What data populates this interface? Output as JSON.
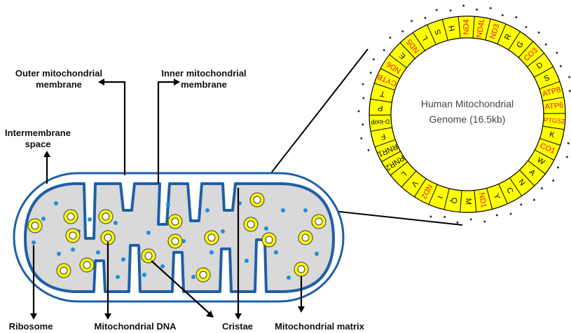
{
  "labels": {
    "outer_membrane": [
      "Outer mitochondrial",
      "membrane"
    ],
    "inner_membrane": [
      "Inner mitochondrial",
      "membrane"
    ],
    "intermembrane_space": [
      "Intermembrane",
      "space"
    ],
    "ribosome": "Ribosome",
    "mito_dna": "Mitochondrial DNA",
    "cristae": "Cristae",
    "matrix": "Mitochondrial matrix"
  },
  "genome": {
    "title_line1": "Human Mitochondrial",
    "title_line2": "Genome (16.5kb)",
    "segments": [
      {
        "label": "D-loop",
        "color": "#000000"
      },
      {
        "label": "P",
        "color": "#000000"
      },
      {
        "label": "T",
        "color": "#000000"
      },
      {
        "label": "CYTB",
        "color": "#e8141b"
      },
      {
        "label": "ND6",
        "color": "#e8141b"
      },
      {
        "label": "E",
        "color": "#000000"
      },
      {
        "label": "ND5",
        "color": "#e8141b"
      },
      {
        "label": "L",
        "color": "#000000"
      },
      {
        "label": "S",
        "color": "#000000"
      },
      {
        "label": "H",
        "color": "#000000"
      },
      {
        "label": "ND4",
        "color": "#e8141b"
      },
      {
        "label": "ND4L",
        "color": "#e8141b"
      },
      {
        "label": "ND3",
        "color": "#e8141b"
      },
      {
        "label": "R",
        "color": "#000000"
      },
      {
        "label": "G",
        "color": "#000000"
      },
      {
        "label": "CO3",
        "color": "#e8141b"
      },
      {
        "label": "D",
        "color": "#000000"
      },
      {
        "label": "S",
        "color": "#000000"
      },
      {
        "label": "ATP8",
        "color": "#e8141b"
      },
      {
        "label": "ATP6",
        "color": "#e8141b"
      },
      {
        "label": "PTGS2",
        "color": "#e8141b"
      },
      {
        "label": "K",
        "color": "#000000"
      },
      {
        "label": "CO1",
        "color": "#e8141b"
      },
      {
        "label": "W",
        "color": "#000000"
      },
      {
        "label": "A",
        "color": "#000000"
      },
      {
        "label": "N",
        "color": "#000000"
      },
      {
        "label": "C",
        "color": "#000000"
      },
      {
        "label": "Y",
        "color": "#000000"
      },
      {
        "label": "ND1",
        "color": "#e8141b"
      },
      {
        "label": "M",
        "color": "#000000"
      },
      {
        "label": "Q",
        "color": "#000000"
      },
      {
        "label": "I",
        "color": "#000000"
      },
      {
        "label": "ND2",
        "color": "#e8141b"
      },
      {
        "label": "V",
        "color": "#000000"
      },
      {
        "label": "L",
        "color": "#000000"
      },
      {
        "label": "RNR2",
        "color": "#000000"
      },
      {
        "label": "RNR1",
        "color": "#000000"
      },
      {
        "label": "F",
        "color": "#000000"
      }
    ]
  },
  "colors": {
    "membrane": "#1f5fa8",
    "matrix": "#d9d9d9",
    "ring": "#ffff00",
    "ribosome": "#1e8fd6",
    "dna_ring": "#ffff00"
  }
}
